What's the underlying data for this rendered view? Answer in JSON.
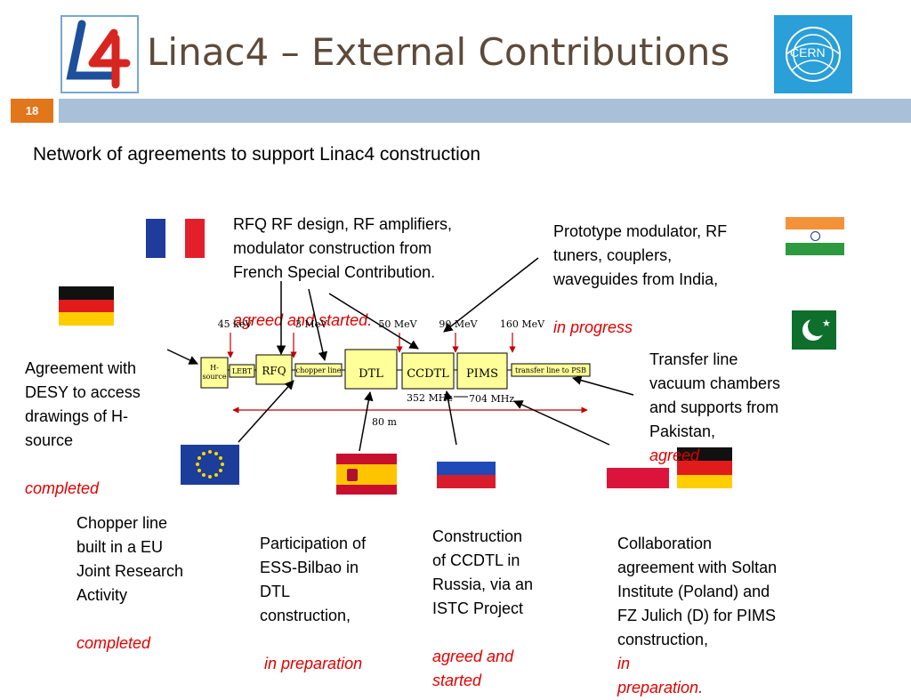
{
  "slide": {
    "title": "Linac4 – External Contributions",
    "page_number": "18",
    "subtitle": "Network of agreements to support Linac4 construction",
    "logos": {
      "left_logo": "L4",
      "right_logo": "CERN"
    }
  },
  "diagram": {
    "energies": [
      "45 keV",
      "3 MeV",
      "50 MeV",
      "90 MeV",
      "160 MeV"
    ],
    "components": [
      "H- source",
      "LEBT",
      "RFQ",
      "chopper line",
      "DTL",
      "CCDTL",
      "PIMS",
      "transfer line to PSB"
    ],
    "frequencies": [
      "352 MHz",
      "704 MHz"
    ],
    "length": "80 m"
  },
  "notes": {
    "france": {
      "text": "RFQ RF design, RF amplifiers,\nmodulator construction from\nFrench Special Contribution.",
      "status": "agreed and started."
    },
    "india": {
      "text": "Prototype modulator, RF\ntuners, couplers,\nwaveguides from India,",
      "status": "in progress"
    },
    "germany_desy": {
      "text": "Agreement with\nDESY to access\ndrawings of H-\nsource",
      "status": "completed"
    },
    "pakistan": {
      "text": "Transfer line\nvacuum chambers\nand supports from\nPakistan,",
      "status": "agreed"
    },
    "eu": {
      "text": "Chopper line\nbuilt in a EU\nJoint Research\nActivity",
      "status": "completed"
    },
    "spain": {
      "text": "Participation of\nESS-Bilbao in\nDTL\nconstruction,",
      "status": "in preparation"
    },
    "russia": {
      "text": "Construction\nof CCDTL in\nRussia, via an\nISTC Project",
      "status": "agreed and\nstarted"
    },
    "poland_germany": {
      "text": "Collaboration\nagreement with Soltan\nInstitute (Poland) and\nFZ Julich (D) for PIMS\nconstruction,",
      "status": "in\npreparation."
    }
  },
  "colors": {
    "title": "#5e4a3a",
    "bar": "#a9c1d8",
    "page_badge": "#e2761b",
    "status": "#e00000",
    "component_fill": "#ffff99",
    "dimension_line": "#c00000"
  }
}
